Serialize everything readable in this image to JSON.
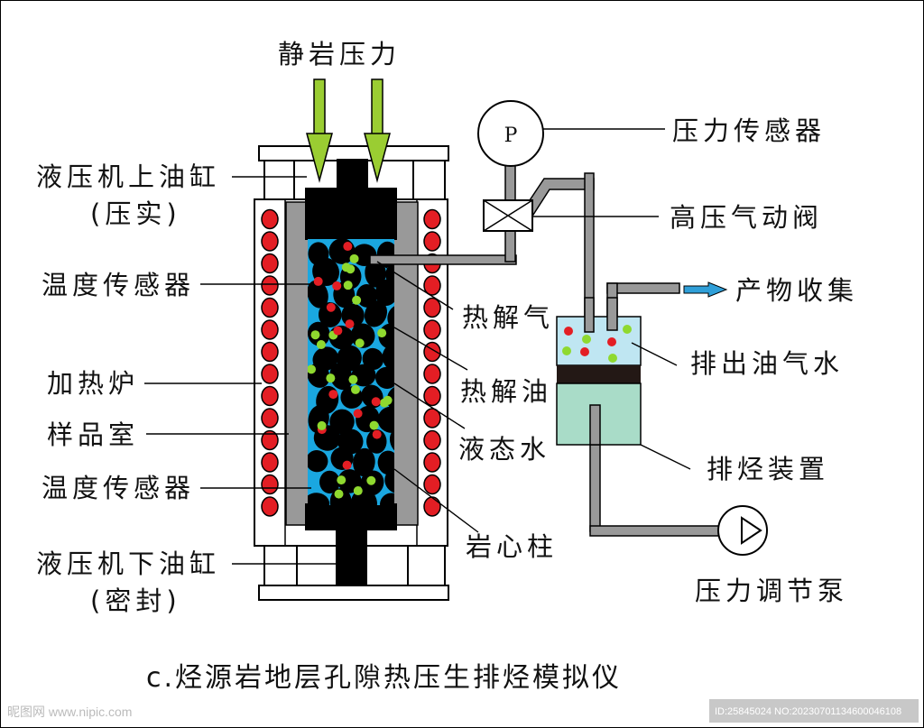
{
  "title": "静岩压力",
  "caption": "c.烃源岩地层孔隙热压生排烃模拟仪",
  "labels_left": {
    "upper_cylinder": "液压机上油缸",
    "upper_cylinder_note": "(压实)",
    "temp_sensor_top": "温度传感器",
    "furnace": "加热炉",
    "sample_chamber": "样品室",
    "temp_sensor_bottom": "温度传感器",
    "lower_cylinder": "液压机下油缸",
    "lower_cylinder_note": "(密封)"
  },
  "labels_middle": {
    "pyrolysis_gas": "热解气",
    "pyrolysis_oil": "热解油",
    "liquid_water": "液态水",
    "core_column": "岩心柱"
  },
  "labels_right": {
    "pressure_sensor": "压力传感器",
    "pneumatic_valve": "高压气动阀",
    "product_collection": "产物收集",
    "discharge": "排出油气水",
    "expulsion_device": "排烃装置",
    "pump": "压力调节泵"
  },
  "gauge_symbol": "P",
  "watermark": {
    "site": "昵图网 www.nipic.com",
    "id": "ID:25845024 NO:20230701134600046108"
  },
  "colors": {
    "arrow_green": "#9acd32",
    "heater_red": "#e31e24",
    "pore_blue": "#1aa7e0",
    "gas_dot_green": "#8fd92f",
    "wall_gray": "#999999",
    "collector_top": "#bfe6f2",
    "collector_bottom": "#a9dcc8",
    "product_arrow": "#2f9fd8"
  }
}
